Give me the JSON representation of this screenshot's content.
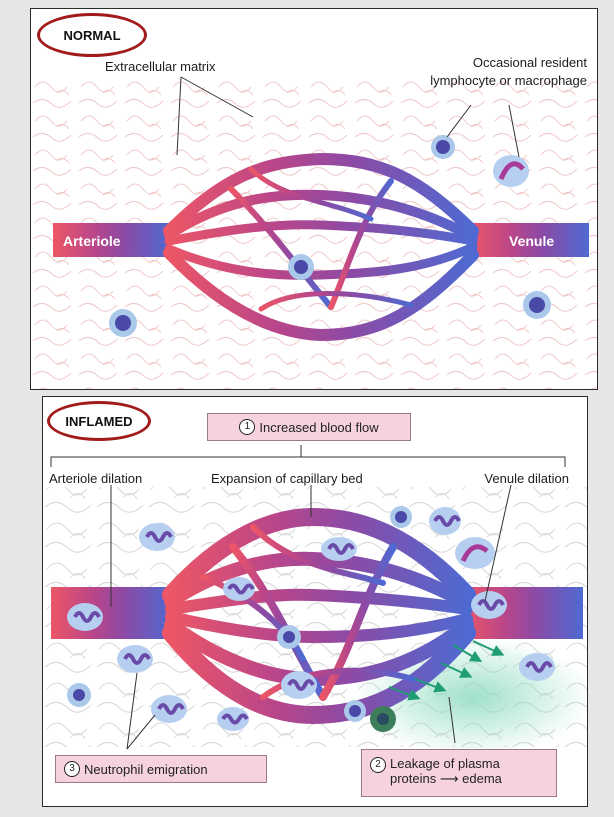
{
  "normal": {
    "label": "NORMAL",
    "matrix_label": "Extracellular matrix",
    "resident_line1": "Occasional resident",
    "resident_line2": "lymphocyte or macrophage",
    "arteriole": "Arteriole",
    "venule": "Venule"
  },
  "inflamed": {
    "label": "INFLAMED",
    "step1_num": "1",
    "step1_text": "Increased blood flow",
    "arteriole_dilation": "Arteriole dilation",
    "capillary_expansion": "Expansion of capillary bed",
    "venule_dilation": "Venule dilation",
    "step3_num": "3",
    "step3_text": "Neutrophil emigration",
    "step2_num": "2",
    "step2_line1": "Leakage of plasma",
    "step2_line2_a": "proteins",
    "step2_arrow": "⟶",
    "step2_line2_b": "edema"
  },
  "colors": {
    "arteriole": "#e8576a",
    "venule": "#4f6bd0",
    "oval": "#a11b1b",
    "box_fill": "#f6d3dc",
    "edema": "#8fdcc0",
    "arrow": "#1f9e73"
  }
}
